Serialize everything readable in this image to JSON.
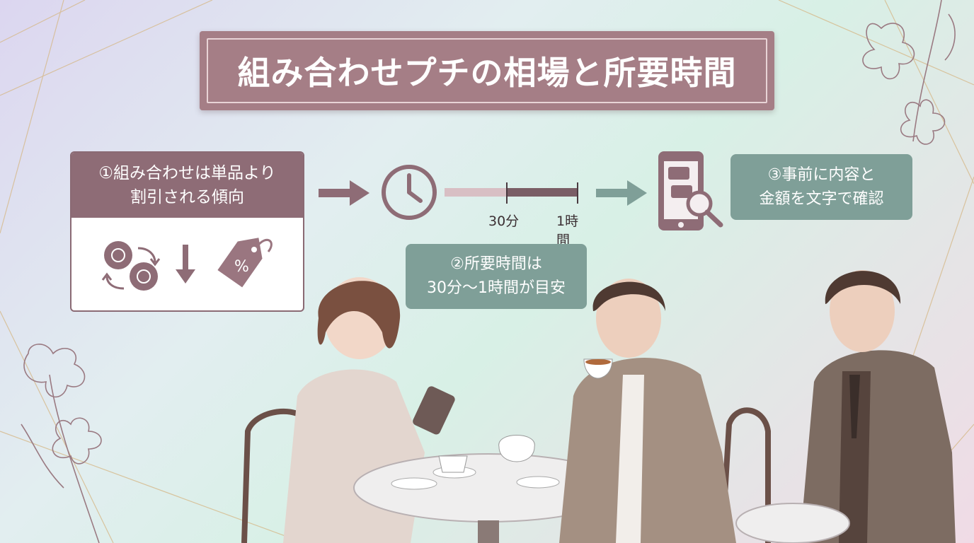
{
  "title": "組み合わせプチの相場と所要時間",
  "step1": {
    "line1": "①組み合わせは単品より",
    "line2": "割引される傾向"
  },
  "step2": {
    "line1": "②所要時間は",
    "line2": "30分〜1時間が目安"
  },
  "step3": {
    "line1": "③事前に内容と",
    "line2": "金額を文字で確認"
  },
  "timeline": {
    "label_start": "30分",
    "label_end": "1時間"
  },
  "icons": {
    "step1": [
      "exchange-coins-icon",
      "down-arrow-icon",
      "discount-tag-icon"
    ],
    "timeline": "clock-icon",
    "step3": "phone-message-search-icon"
  },
  "colors": {
    "title_bg": "#a57e86",
    "card_header": "#8e6c76",
    "pill_bg": "#7f9f98",
    "accent": "#7a5e66"
  }
}
